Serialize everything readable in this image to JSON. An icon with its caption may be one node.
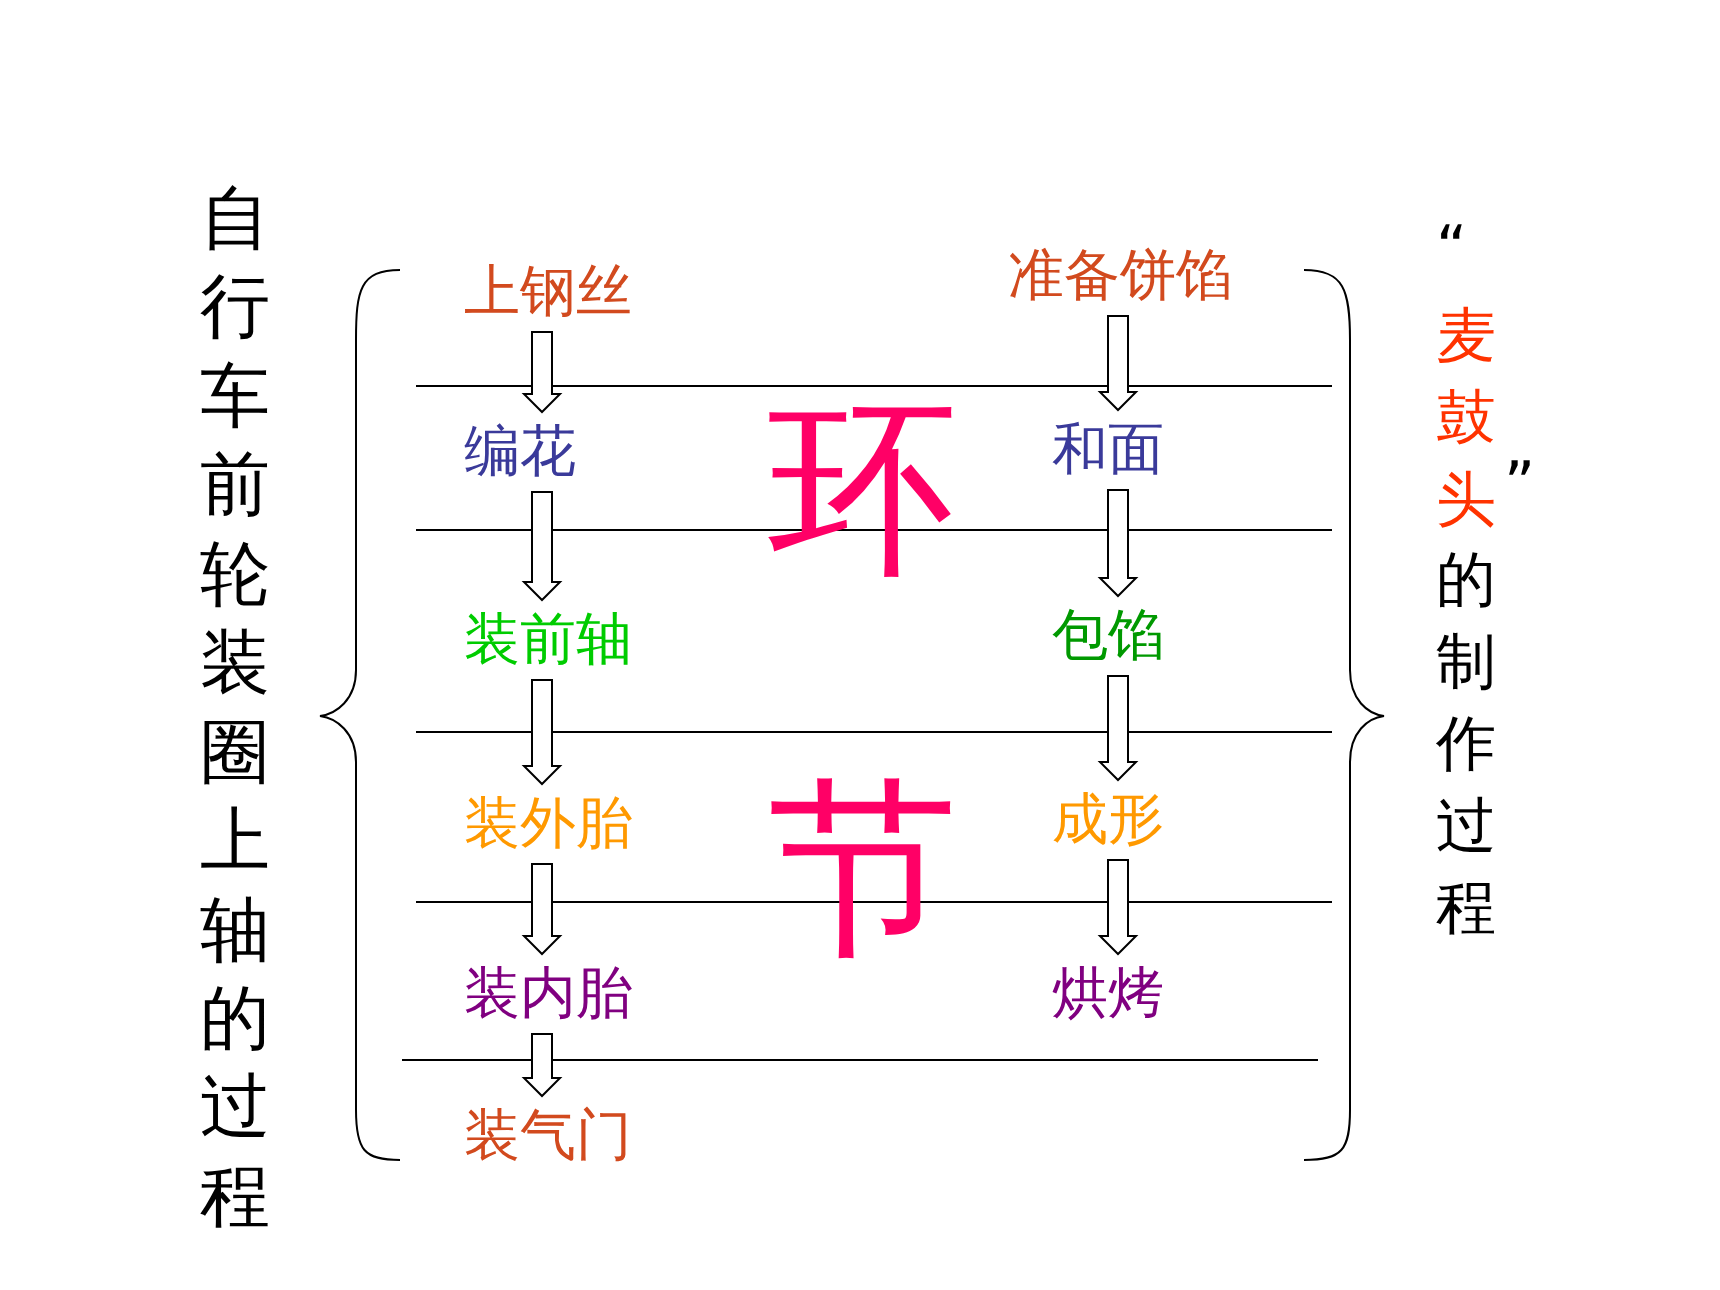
{
  "diagram": {
    "nodes": [
      {
        "text": [
          "上钢丝"
        ]
      },
      {
        "text": [
          "编花"
        ]
      },
      {
        "text": [
          "装前轴"
        ]
      },
      {
        "text": [
          "装外胎"
        ]
      },
      {
        "text": [
          "装内胎"
        ]
      },
      {
        "text": [
          "装气门"
        ]
      },
      {
        "text": [
          "准备饼馅"
        ]
      },
      {
        "text": [
          "和面"
        ]
      },
      {
        "text": [
          "包馅"
        ]
      },
      {
        "text": [
          "成形"
        ]
      },
      {
        "text": [
          "烘烤"
        ]
      }
    ],
    "edges": [
      {
        "from": 0,
        "to": 1,
        "arrow": "to"
      },
      {
        "from": 1,
        "to": 2,
        "arrow": "to"
      },
      {
        "from": 2,
        "to": 3,
        "arrow": "to"
      },
      {
        "from": 3,
        "to": 4,
        "arrow": "to"
      },
      {
        "from": 4,
        "to": 5,
        "arrow": "to"
      },
      {
        "from": 6,
        "to": 7,
        "arrow": "to"
      },
      {
        "from": 7,
        "to": 8,
        "arrow": "to"
      },
      {
        "from": 8,
        "to": 9,
        "arrow": "to"
      },
      {
        "from": 9,
        "to": 10,
        "arrow": "to"
      }
    ],
    "labels": [
      "自行车前轮装圈上轴的过程",
      "环",
      "节",
      "“",
      "麦鼓头",
      "”",
      "的制作过程"
    ]
  }
}
